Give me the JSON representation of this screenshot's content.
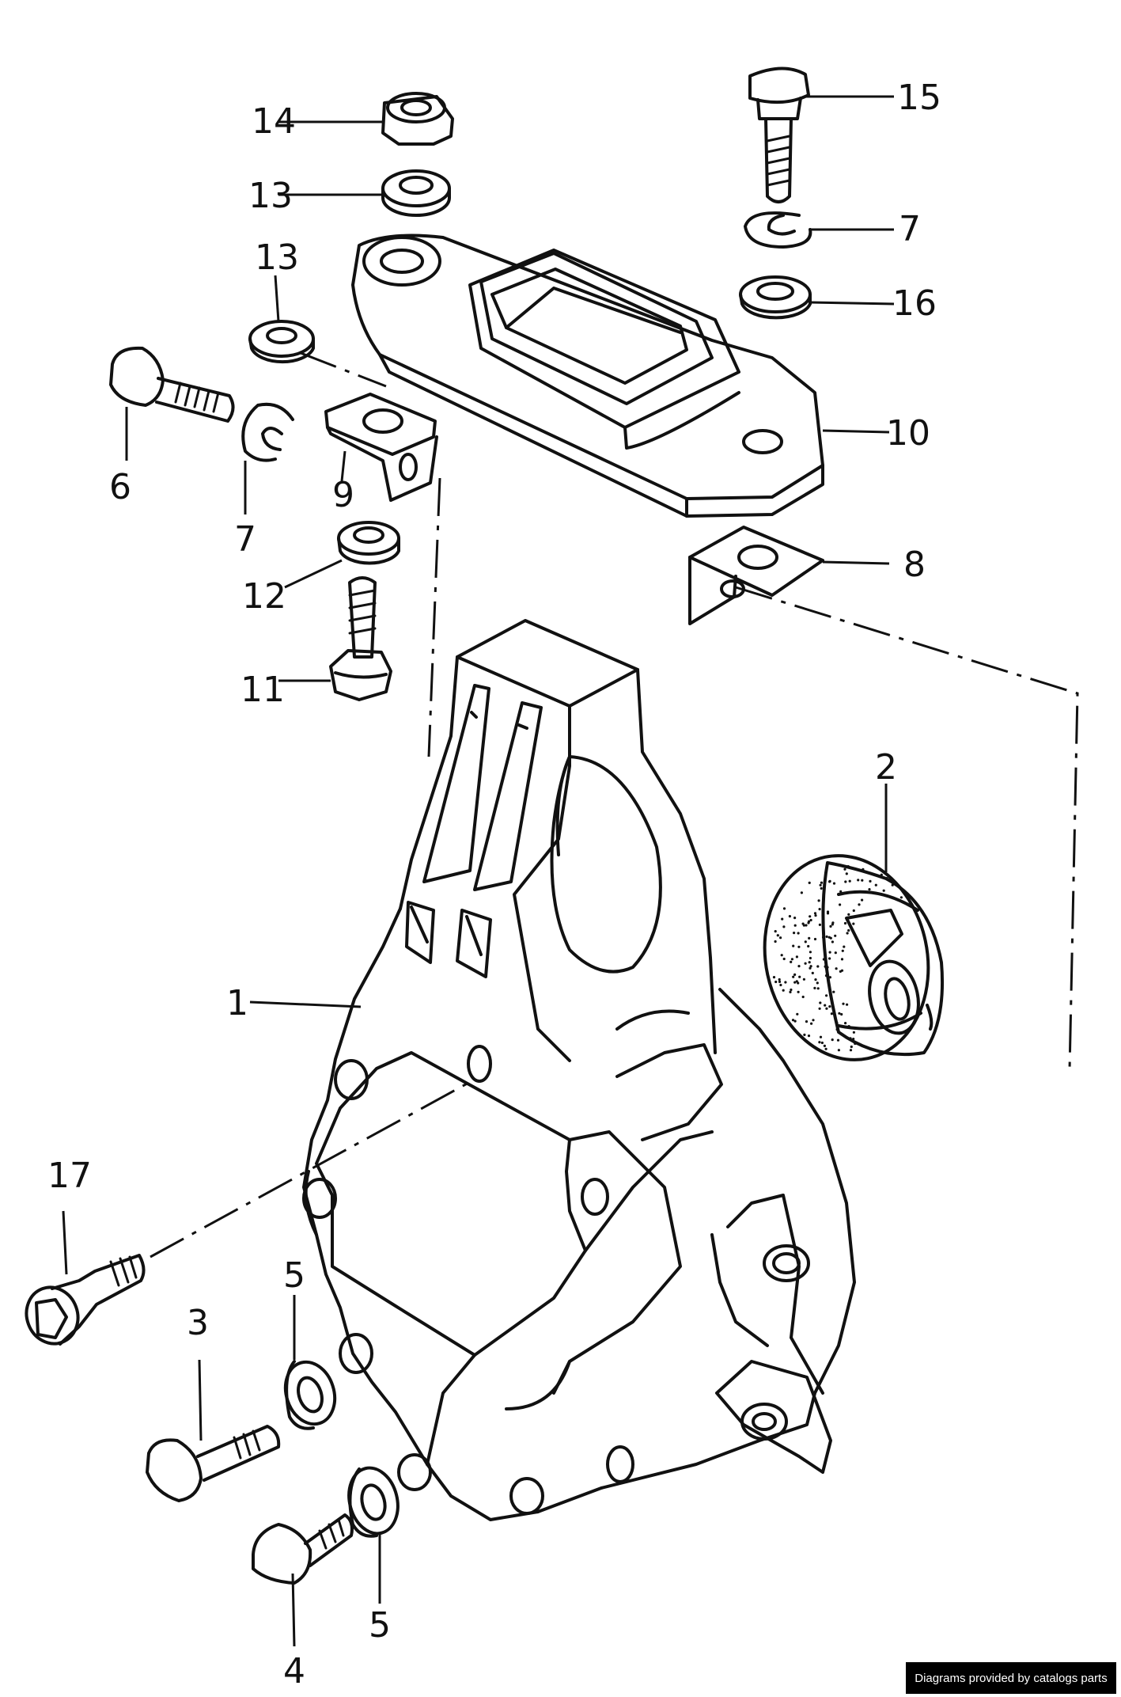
{
  "callouts": {
    "c1": "1",
    "c2": "2",
    "c3": "3",
    "c4": "4",
    "c5a": "5",
    "c5b": "5",
    "c6": "6",
    "c7a": "7",
    "c7b": "7",
    "c8": "8",
    "c9": "9",
    "c10": "10",
    "c11": "11",
    "c12": "12",
    "c13a": "13",
    "c13b": "13",
    "c14": "14",
    "c15": "15",
    "c16": "16",
    "c17": "17"
  },
  "footer": {
    "text": "Diagrams provided by catalogs parts"
  },
  "colors": {
    "ink": "#111111",
    "background": "#ffffff",
    "footer_bg": "#000000",
    "footer_text": "#ffffff"
  }
}
